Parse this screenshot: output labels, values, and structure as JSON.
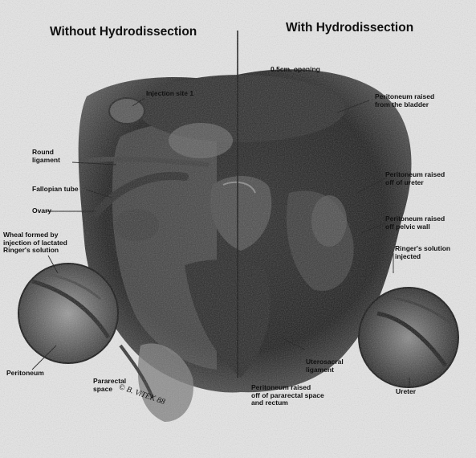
{
  "headings": {
    "left": "Without Hydrodissection",
    "right": "With Hydrodissection"
  },
  "labels": {
    "opening": "0.5cm. opening",
    "injection_site": "Injection site 1",
    "peritoneum_raised_bladder": "Peritoneum raised\nfrom the bladder",
    "round_ligament": "Round\nligament",
    "fallopian_tube": "Fallopian tube",
    "ovary": "Ovary",
    "wheal": "Wheal formed by\ninjection of lactated\nRinger's solution",
    "peritoneum_raised_ureter": "Peritoneum raised\noff of ureter",
    "peritoneum_raised_pelvic_wall": "Peritoneum raised\noff pelvic wall",
    "ringers_solution": "Ringer's solution\ninjected",
    "peritoneum": "Peritoneum",
    "pararectal_space": "Pararectal\nspace",
    "uterosacral_ligament": "Uterosacral\nligament",
    "peritoneum_raised_pararectal": "Peritoneum raised\noff of pararectal space\nand rectum",
    "ureter": "Ureter",
    "signature": "© B. ViTEK 88"
  },
  "colors": {
    "background": "#e8e8e8",
    "ink": "#111111",
    "tissue_dark": "#1a1a1a"
  }
}
